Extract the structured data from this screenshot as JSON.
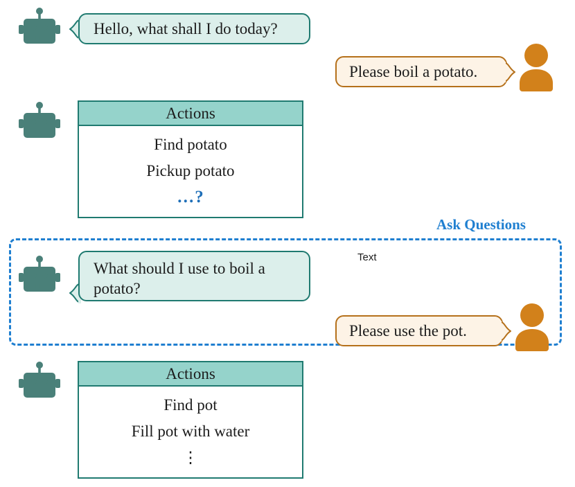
{
  "palette": {
    "robot_teal": "#4a8079",
    "bubble_robot_fill": "#dcefeb",
    "bubble_robot_border": "#1f7a70",
    "bubble_user_fill": "#fdf3e6",
    "bubble_user_border": "#b5701a",
    "person_orange": "#d2811b",
    "table_header_fill": "#95d3cb",
    "table_border": "#1f7a70",
    "accent_blue": "#1f7fd0",
    "dots_blue": "#1f6fb8",
    "background": "#ffffff"
  },
  "icons": {
    "robot": "robot-icon",
    "person": "person-icon"
  },
  "conversation": {
    "turn1": {
      "speaker": "robot",
      "text": "Hello, what shall I do today?"
    },
    "turn2": {
      "speaker": "user",
      "text": "Please boil a potato."
    },
    "turn3": {
      "speaker": "robot",
      "text": "What should I use to boil a potato?"
    },
    "turn4": {
      "speaker": "user",
      "text": "Please use the pot."
    }
  },
  "tables": {
    "first": {
      "header": "Actions",
      "rows": [
        "Find potato",
        "Pickup potato",
        "…?"
      ]
    },
    "second": {
      "header": "Actions",
      "rows": [
        "Find pot",
        "Fill pot with water",
        "⋮"
      ]
    }
  },
  "annotations": {
    "ask_questions": "Ask Questions",
    "text_label": "Text"
  }
}
